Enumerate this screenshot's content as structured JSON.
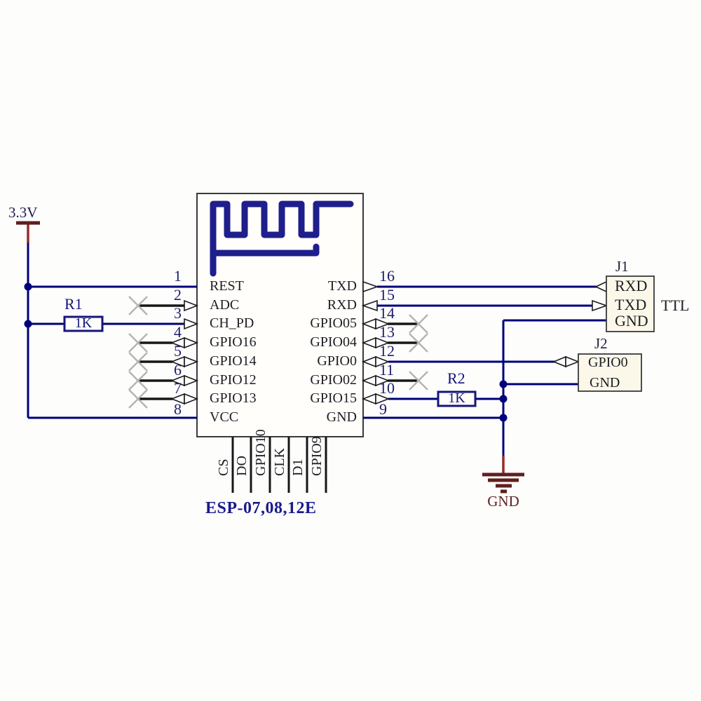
{
  "power_rail": {
    "label": "3.3V"
  },
  "module": {
    "label": "ESP-07,08,12E",
    "left_pins": [
      {
        "num": "1",
        "name": "REST"
      },
      {
        "num": "2",
        "name": "ADC"
      },
      {
        "num": "3",
        "name": "CH_PD"
      },
      {
        "num": "4",
        "name": "GPIO16"
      },
      {
        "num": "5",
        "name": "GPIO14"
      },
      {
        "num": "6",
        "name": "GPIO12"
      },
      {
        "num": "7",
        "name": "GPIO13"
      },
      {
        "num": "8",
        "name": "VCC"
      }
    ],
    "right_pins": [
      {
        "num": "16",
        "name": "TXD"
      },
      {
        "num": "15",
        "name": "RXD"
      },
      {
        "num": "14",
        "name": "GPIO05"
      },
      {
        "num": "13",
        "name": "GPIO04"
      },
      {
        "num": "12",
        "name": "GPIO0"
      },
      {
        "num": "11",
        "name": "GPIO02"
      },
      {
        "num": "10",
        "name": "GPIO15"
      },
      {
        "num": "9",
        "name": "GND"
      }
    ],
    "bottom_pins": [
      {
        "name": "CS"
      },
      {
        "name": "DO"
      },
      {
        "name": "GPIO10"
      },
      {
        "name": "CLK"
      },
      {
        "name": "D1"
      },
      {
        "name": "GPIO9"
      }
    ]
  },
  "resistors": {
    "r1": {
      "ref": "R1",
      "value": "1K"
    },
    "r2": {
      "ref": "R2",
      "value": "1K"
    }
  },
  "connectors": {
    "j1": {
      "ref": "J1",
      "pin1": "RXD",
      "pin2": "TXD",
      "pin3": "GND",
      "annotation": "TTL"
    },
    "j2": {
      "ref": "J2",
      "pin1": "GPIO0",
      "pin2": "GND"
    }
  },
  "ground": {
    "label": "GND"
  },
  "colors": {
    "wire_navy": "#00007a",
    "no_connect_stub": "#161616",
    "antenna_navy": "#1e1e8c",
    "power_red": "#9a2a2a",
    "ground_maroon": "#5e1f1f",
    "navy_text": "#1d1d6e",
    "black_text": "#1e1e24",
    "maroon_text": "#5f2222",
    "esp_label_navy": "#1a1a8c",
    "no_connect_x": "#b3b3b3"
  }
}
